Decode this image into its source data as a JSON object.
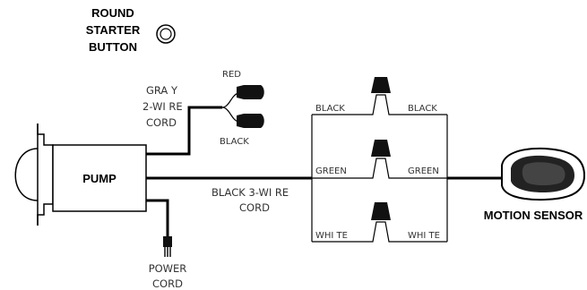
{
  "starter_button": {
    "line1": "ROUND",
    "line2": "STARTER",
    "line3": "BUTTON"
  },
  "pump": {
    "label": "PUMP"
  },
  "gray_cord": {
    "line1": "GRA Y",
    "line2": "2-WI RE",
    "line3": "CORD"
  },
  "gray_leads": {
    "red": "RED",
    "black": "BLACK"
  },
  "main_cord": {
    "line1": "BLACK  3-WI RE",
    "line2": "CORD"
  },
  "power_cord": {
    "line1": "POWER",
    "line2": "CORD"
  },
  "junction": {
    "black_left": "BLACK",
    "black_right": "BLACK",
    "green_left": "GREEN",
    "green_right": "GREEN",
    "white_left": "WHI TE",
    "white_right": "WHI TE"
  },
  "sensor": {
    "label": "MOTION SENSOR"
  },
  "icons": [
    "round-button-icon",
    "wire-nut-icon",
    "power-plug-icon",
    "motion-sensor-icon"
  ]
}
